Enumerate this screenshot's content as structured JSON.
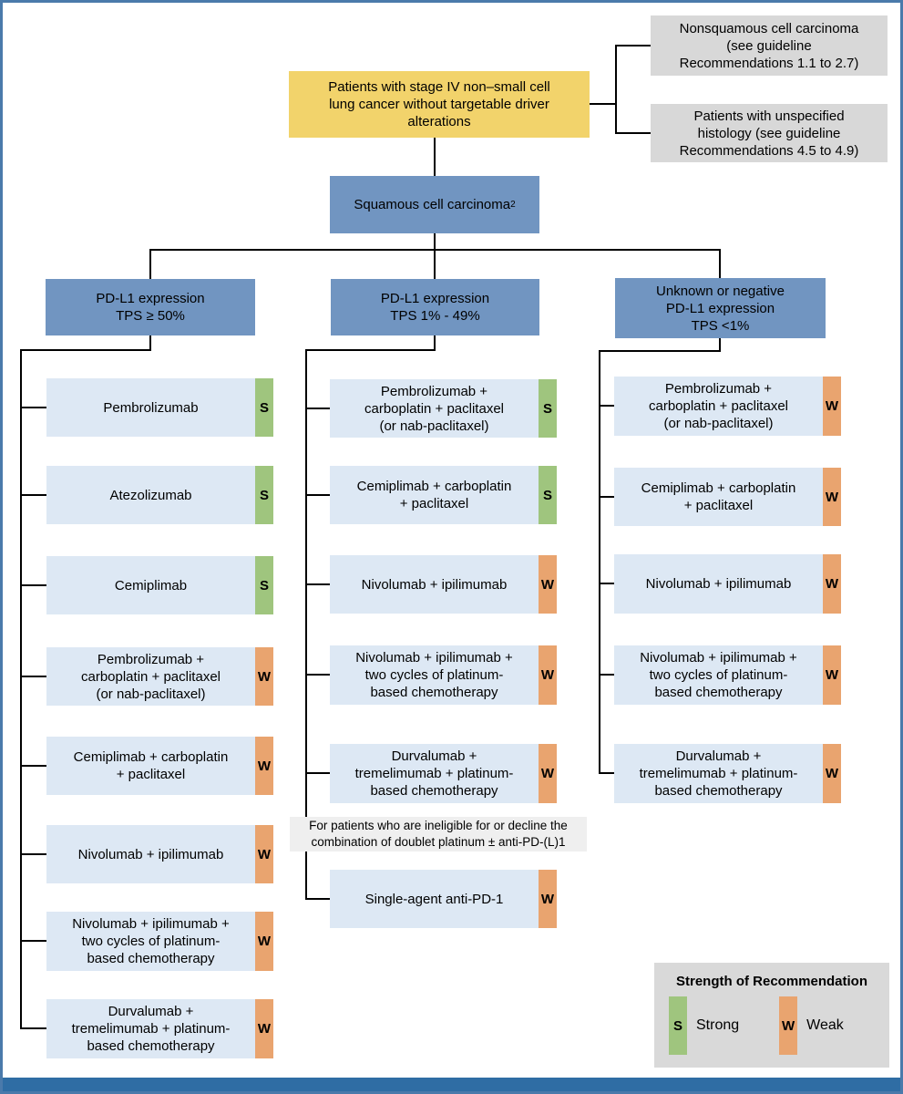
{
  "palette": {
    "frame": "#4a7aab",
    "root_fill": "#f2d36b",
    "ref_fill": "#d8d8d8",
    "header_fill": "#7195c1",
    "treatment_fill": "#dde8f4",
    "strong": "#9fc57e",
    "weak": "#e9a46f",
    "note_fill": "#efefef",
    "legend_fill": "#d9d9d9",
    "footer": "#2f6da4",
    "line": "#000000"
  },
  "root_box": {
    "label": "Patients with stage IV non–small cell\nlung cancer without targetable driver\nalterations"
  },
  "ref_boxes": [
    {
      "label": "Nonsquamous cell carcinoma\n(see guideline\nRecommendations 1.1 to 2.7)"
    },
    {
      "label": "Patients with unspecified\nhistology (see guideline\nRecommendations 4.5 to 4.9)"
    }
  ],
  "squamous_box": {
    "label": "Squamous cell carcinoma",
    "footnote": "2"
  },
  "columns": [
    {
      "header": "PD-L1 expression\nTPS ≥ 50%",
      "treatments": [
        {
          "label": "Pembrolizumab",
          "strength": "S"
        },
        {
          "label": "Atezolizumab",
          "strength": "S"
        },
        {
          "label": "Cemiplimab",
          "strength": "S"
        },
        {
          "label": "Pembrolizumab +\ncarboplatin + paclitaxel\n(or nab-paclitaxel)",
          "strength": "W"
        },
        {
          "label": "Cemiplimab + carboplatin\n+ paclitaxel",
          "strength": "W"
        },
        {
          "label": "Nivolumab + ipilimumab",
          "strength": "W"
        },
        {
          "label": "Nivolumab + ipilimumab +\ntwo cycles of platinum-\nbased chemotherapy",
          "strength": "W"
        },
        {
          "label": "Durvalumab +\ntremelimumab + platinum-\nbased chemotherapy",
          "strength": "W"
        }
      ]
    },
    {
      "header": "PD-L1 expression\nTPS 1% - 49%",
      "treatments": [
        {
          "label": "Pembrolizumab +\ncarboplatin + paclitaxel\n(or nab-paclitaxel)",
          "strength": "S"
        },
        {
          "label": "Cemiplimab + carboplatin\n+ paclitaxel",
          "strength": "S"
        },
        {
          "label": "Nivolumab + ipilimumab",
          "strength": "W"
        },
        {
          "label": "Nivolumab + ipilimumab +\ntwo cycles of platinum-\nbased chemotherapy",
          "strength": "W"
        },
        {
          "label": "Durvalumab +\ntremelimumab + platinum-\nbased chemotherapy",
          "strength": "W"
        },
        {
          "label": "Single-agent anti-PD-1",
          "strength": "W"
        }
      ],
      "note": "For patients who are ineligible for or decline the\ncombination of doublet platinum ± anti-PD-(L)1"
    },
    {
      "header": "Unknown or negative\nPD-L1 expression\nTPS <1%",
      "treatments": [
        {
          "label": "Pembrolizumab +\ncarboplatin + paclitaxel\n(or nab-paclitaxel)",
          "strength": "W"
        },
        {
          "label": "Cemiplimab + carboplatin\n+ paclitaxel",
          "strength": "W"
        },
        {
          "label": "Nivolumab + ipilimumab",
          "strength": "W"
        },
        {
          "label": "Nivolumab + ipilimumab +\ntwo cycles of platinum-\nbased chemotherapy",
          "strength": "W"
        },
        {
          "label": "Durvalumab +\ntremelimumab + platinum-\nbased chemotherapy",
          "strength": "W"
        }
      ]
    }
  ],
  "legend": {
    "title": "Strength of Recommendation",
    "items": [
      {
        "code": "S",
        "label": "Strong",
        "color": "#9fc57e"
      },
      {
        "code": "W",
        "label": "Weak",
        "color": "#e9a46f"
      }
    ]
  }
}
